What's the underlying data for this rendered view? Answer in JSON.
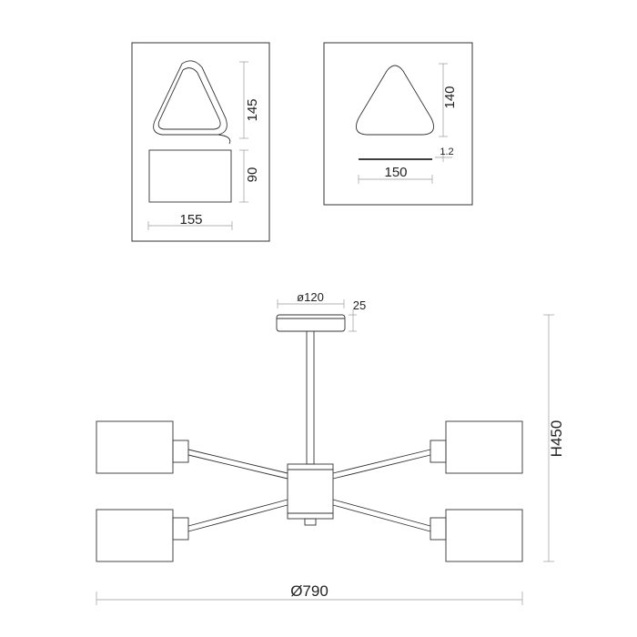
{
  "detail_left": {
    "height_label": "145",
    "body_height_label": "90",
    "width_label": "155"
  },
  "detail_right": {
    "height_label": "140",
    "thickness_label": "1.2",
    "width_label": "150"
  },
  "fixture": {
    "canopy_diameter_label": "ø120",
    "canopy_height_label": "25",
    "total_height_label": "H450",
    "total_diameter_label": "Ø790"
  },
  "colors": {
    "line": "#333333",
    "dimension": "#9a9a9a",
    "background": "#ffffff"
  }
}
